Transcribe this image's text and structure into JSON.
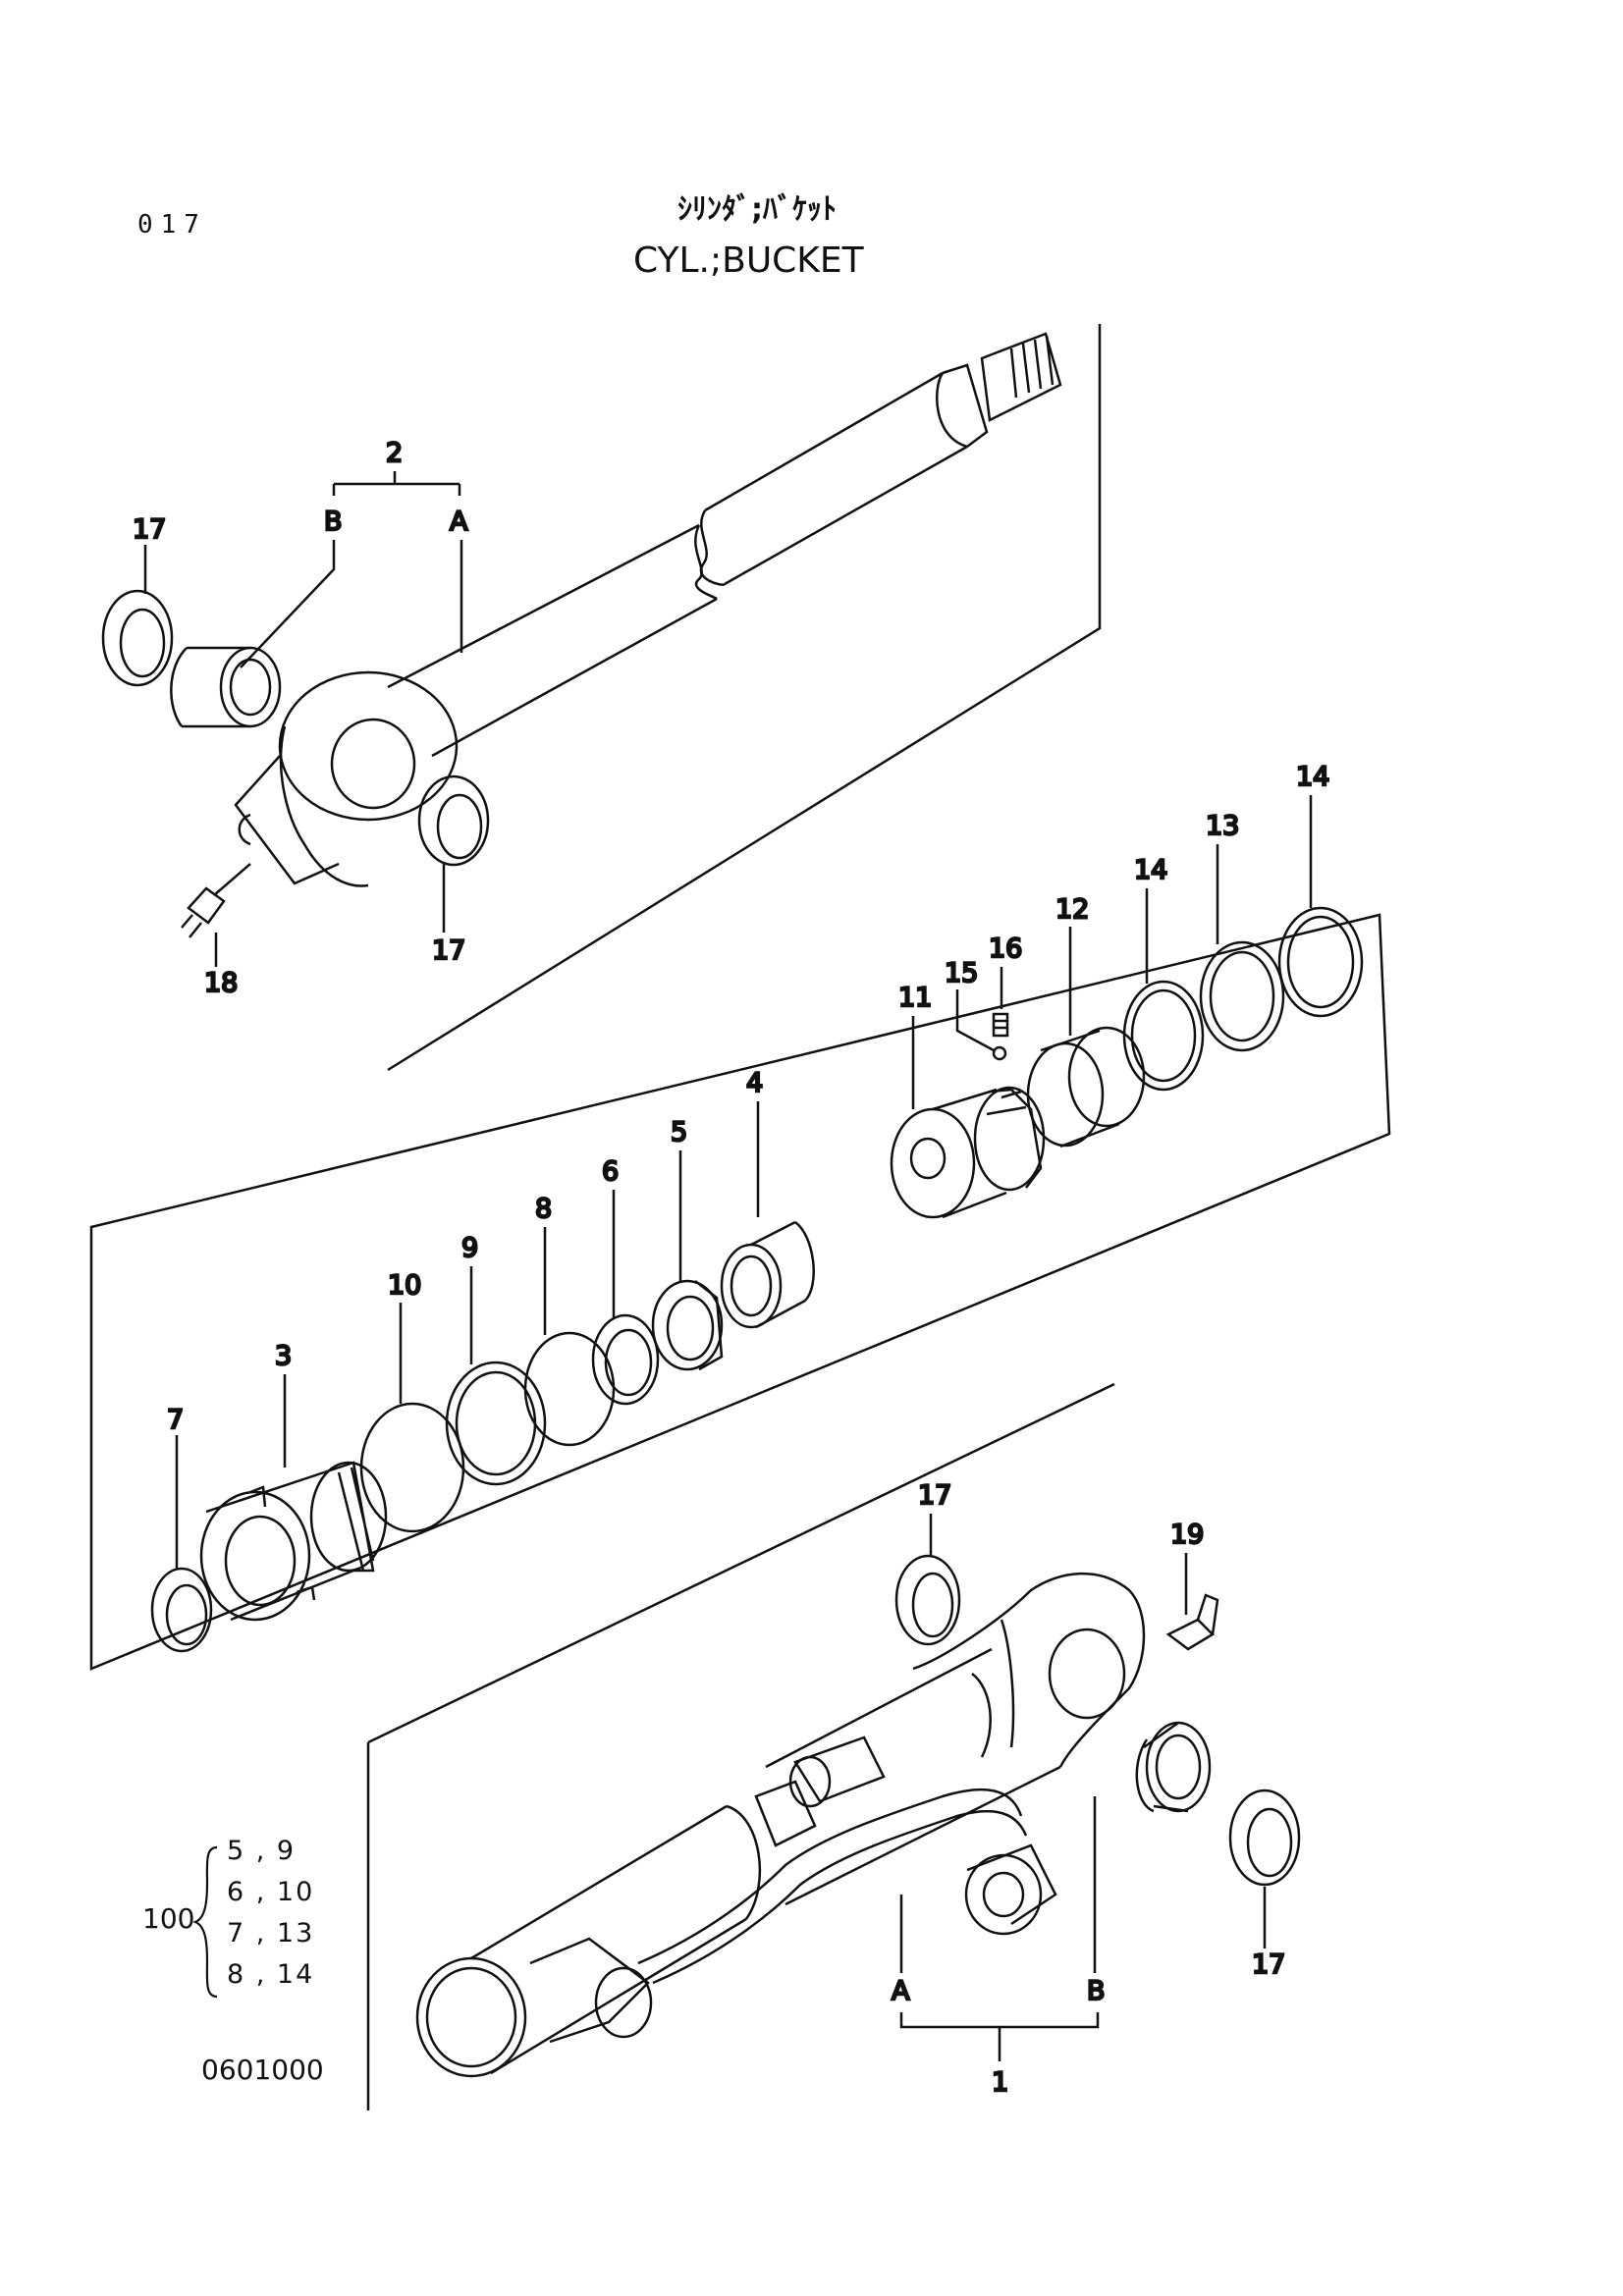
{
  "header": {
    "page_no": "017",
    "title_jp": "ｼﾘﾝﾀﾞ;ﾊﾞｹｯﾄ",
    "title_en": "CYL.;BUCKET"
  },
  "footer": {
    "drawing_no": "0601000"
  },
  "kit": {
    "part_no": "100",
    "rows": [
      "5 , 9",
      "6 , 10",
      "7 , 13",
      "8 , 14"
    ]
  },
  "callouts": {
    "c1": "1",
    "c2": "2",
    "c2a": "A",
    "c2b": "B",
    "c1a": "A",
    "c1b": "B",
    "c3": "3",
    "c4": "4",
    "c5": "5",
    "c6": "6",
    "c7": "7",
    "c8": "8",
    "c9": "9",
    "c10": "10",
    "c11": "11",
    "c12": "12",
    "c13": "13",
    "c14a": "14",
    "c14b": "14",
    "c15": "15",
    "c16": "16",
    "c17a": "17",
    "c17b": "17",
    "c17c": "17",
    "c17d": "17",
    "c18": "18",
    "c19": "19"
  }
}
